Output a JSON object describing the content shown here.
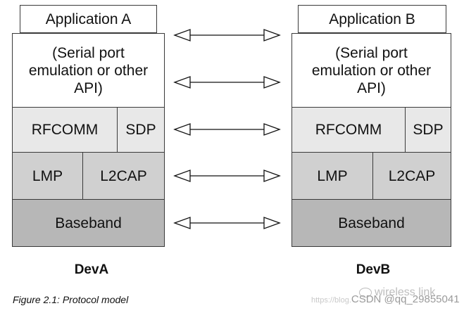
{
  "devices": [
    {
      "app_title": "Application A",
      "api_text": "(Serial port\nemulation or other\nAPI)",
      "rfcomm": "RFCOMM",
      "sdp": "SDP",
      "lmp": "LMP",
      "l2cap": "L2CAP",
      "baseband": "Baseband",
      "label": "DevA"
    },
    {
      "app_title": "Application B",
      "api_text": "(Serial port\nemulation or other\nAPI)",
      "rfcomm": "RFCOMM",
      "sdp": "SDP",
      "lmp": "LMP",
      "l2cap": "L2CAP",
      "baseband": "Baseband",
      "label": "DevB"
    }
  ],
  "caption": "Figure 2.1: Protocol model",
  "watermark": {
    "prefix": "https://blog.",
    "text": "CSDN @qq_29855041",
    "logo_text": "wireless link"
  },
  "colors": {
    "border": "#3a3a3a",
    "rfcomm_fill": "#e8e8e8",
    "lmp_fill": "#d0d0d0",
    "baseband_fill": "#b7b7b7"
  }
}
